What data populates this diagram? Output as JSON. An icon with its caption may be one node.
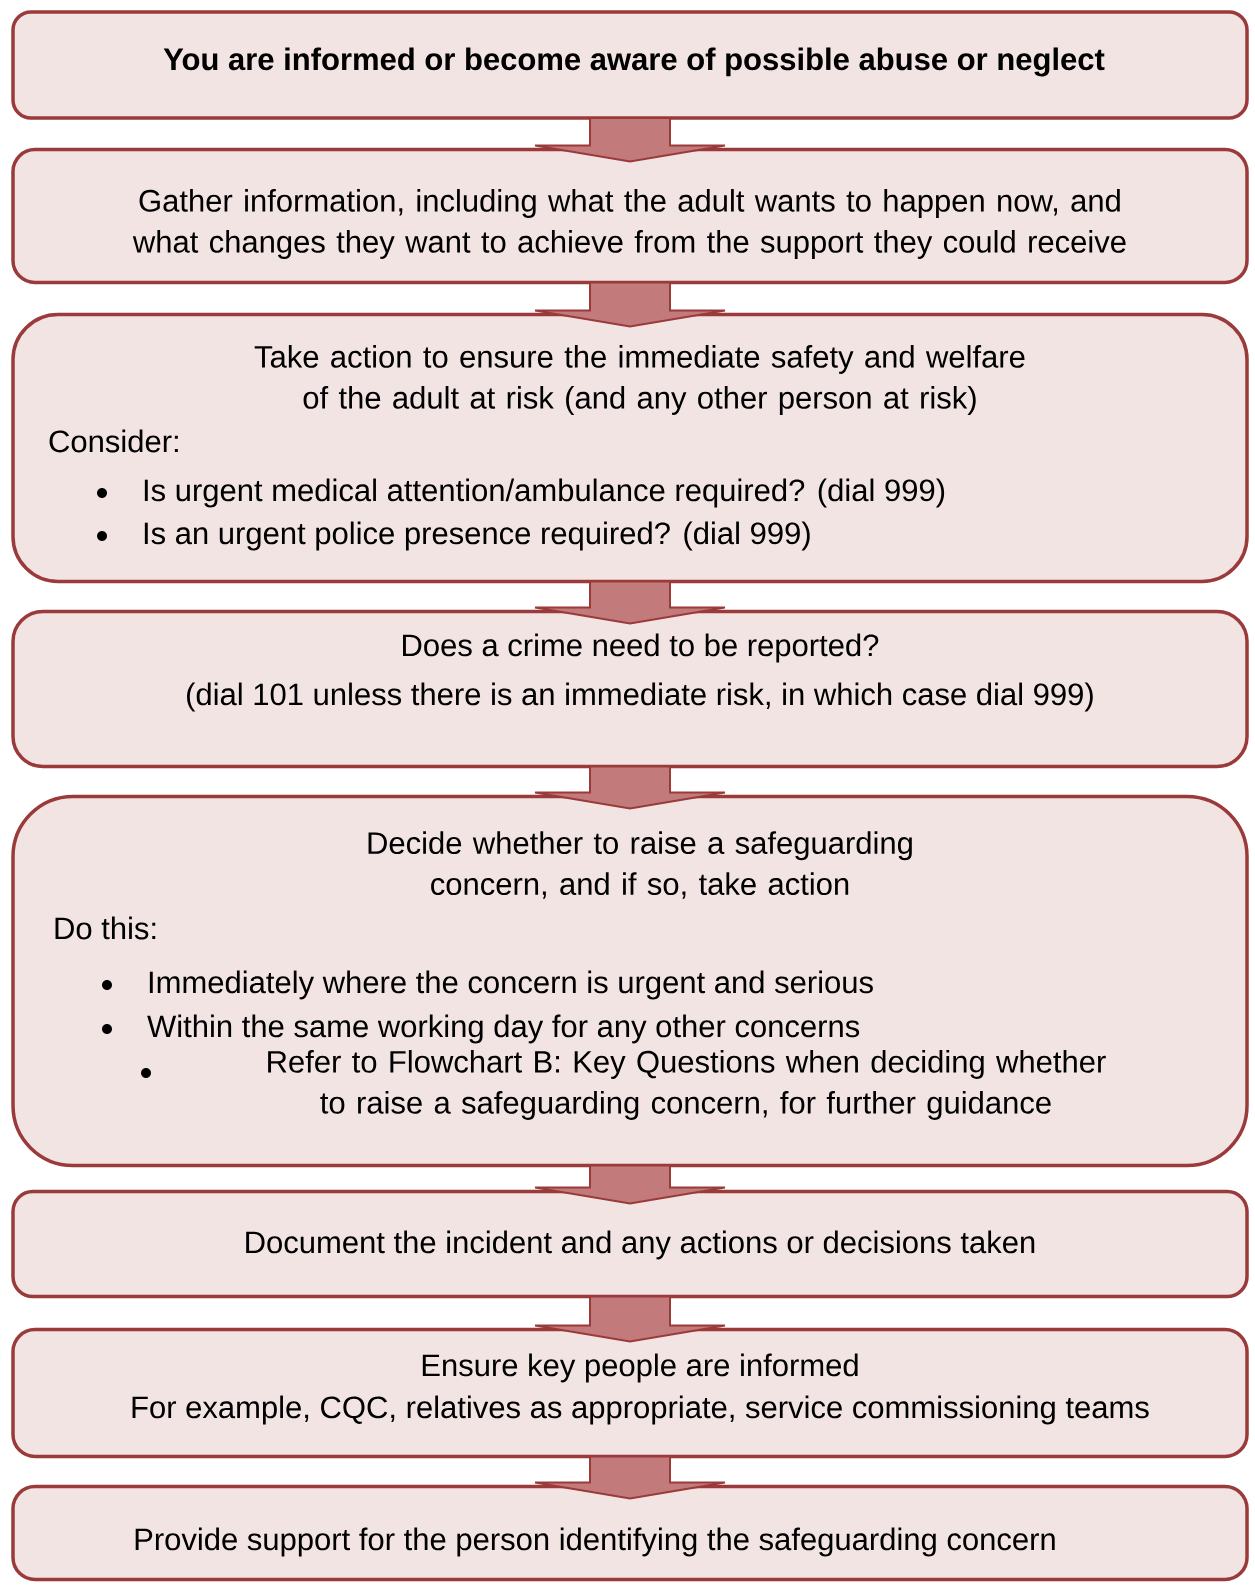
{
  "diagram": {
    "nodes": [
      {
        "text": [
          "You are informed or become aware of possible abuse or neglect"
        ]
      },
      {
        "text": [
          "Gather information, including what the adult wants to happen now, and what changes they want to achieve from the support they could receive"
        ]
      },
      {
        "text": [
          "Take action to ensure the immediate safety and welfare of the adult at risk (and any other person at risk)",
          "Consider:",
          "Is urgent medical attention/ambulance required? (dial 999)",
          "Is an urgent police presence required? (dial 999)"
        ]
      },
      {
        "text": [
          "Does a crime need to be reported?",
          "(dial 101 unless there is an immediate risk, in which case dial 999)"
        ]
      },
      {
        "text": [
          "Decide whether to raise a safeguarding concern, and if so, take action",
          "Do this:",
          "Immediately where the concern is urgent and serious",
          "Within the same working day for any other concerns",
          "Refer to Flowchart B: Key Questions when deciding whether to raise a safeguarding concern, for further guidance"
        ]
      },
      {
        "text": [
          "Document the incident and any actions or decisions taken"
        ]
      },
      {
        "text": [
          "Ensure key people are informed",
          "For example, CQC, relatives as appropriate, service commissioning teams"
        ]
      },
      {
        "text": [
          "Provide support for the person identifying the safeguarding concern"
        ]
      }
    ],
    "edges": [
      {
        "from": 0,
        "to": 1,
        "arrow": "to"
      },
      {
        "from": 1,
        "to": 2,
        "arrow": "to"
      },
      {
        "from": 2,
        "to": 3,
        "arrow": "to"
      },
      {
        "from": 3,
        "to": 4,
        "arrow": "to"
      },
      {
        "from": 4,
        "to": 5,
        "arrow": "to"
      },
      {
        "from": 5,
        "to": 6,
        "arrow": "to"
      },
      {
        "from": 6,
        "to": 7,
        "arrow": "to"
      }
    ]
  }
}
